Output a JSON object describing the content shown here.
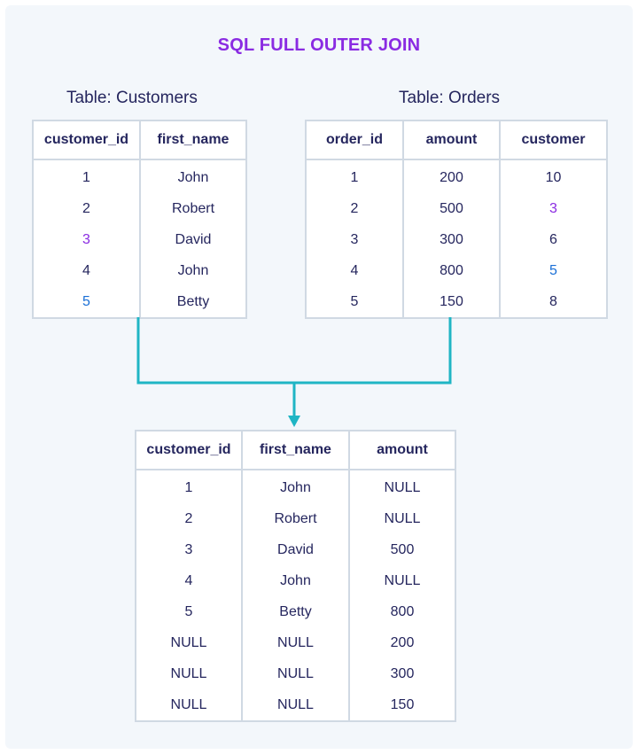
{
  "title": "SQL FULL OUTER JOIN",
  "colors": {
    "title": "#8a2be2",
    "connector": "#1fb5c4",
    "highlight_purple": "#8a2be2",
    "highlight_blue": "#1a6fd6",
    "text": "#25265e",
    "border": "#d0d9e3"
  },
  "customers": {
    "caption": "Table: Customers",
    "headers": [
      "customer_id",
      "first_name"
    ],
    "rows": [
      [
        "1",
        "John"
      ],
      [
        "2",
        "Robert"
      ],
      [
        "3",
        "David"
      ],
      [
        "4",
        "John"
      ],
      [
        "5",
        "Betty"
      ]
    ]
  },
  "orders": {
    "caption": "Table: Orders",
    "headers": [
      "order_id",
      "amount",
      "customer"
    ],
    "rows": [
      [
        "1",
        "200",
        "10"
      ],
      [
        "2",
        "500",
        "3"
      ],
      [
        "3",
        "300",
        "6"
      ],
      [
        "4",
        "800",
        "5"
      ],
      [
        "5",
        "150",
        "8"
      ]
    ]
  },
  "result": {
    "headers": [
      "customer_id",
      "first_name",
      "amount"
    ],
    "rows": [
      [
        "1",
        "John",
        "NULL"
      ],
      [
        "2",
        "Robert",
        "NULL"
      ],
      [
        "3",
        "David",
        "500"
      ],
      [
        "4",
        "John",
        "NULL"
      ],
      [
        "5",
        "Betty",
        "800"
      ],
      [
        "NULL",
        "NULL",
        "200"
      ],
      [
        "NULL",
        "NULL",
        "300"
      ],
      [
        "NULL",
        "NULL",
        "150"
      ]
    ]
  }
}
